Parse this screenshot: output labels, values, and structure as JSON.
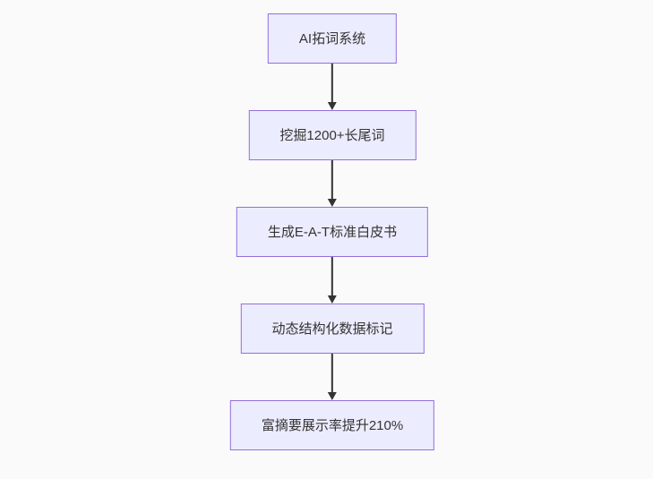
{
  "page": {
    "background_color": "#fafafa"
  },
  "flowchart": {
    "direction": "top-down",
    "node_fill_color": "#ECECFF",
    "node_border_color": "#9370DB",
    "node_text_color": "#333333",
    "arrow_color": "#333333",
    "nodes": [
      {
        "id": "node-1",
        "label": "AI拓词系统"
      },
      {
        "id": "node-2",
        "label": "挖掘1200+长尾词"
      },
      {
        "id": "node-3",
        "label": "生成E-A-T标准白皮书"
      },
      {
        "id": "node-4",
        "label": "动态结构化数据标记"
      },
      {
        "id": "node-5",
        "label": "富摘要展示率提升210%"
      }
    ],
    "edges": [
      {
        "from": "node-1",
        "to": "node-2"
      },
      {
        "from": "node-2",
        "to": "node-3"
      },
      {
        "from": "node-3",
        "to": "node-4"
      },
      {
        "from": "node-4",
        "to": "node-5"
      }
    ]
  }
}
